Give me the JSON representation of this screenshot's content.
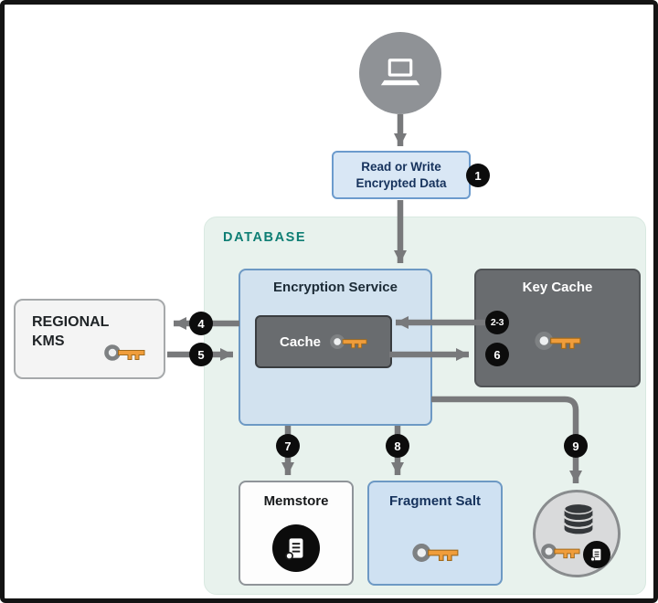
{
  "diagram": {
    "container_label": "DATABASE",
    "client": {
      "icon": "laptop-icon"
    },
    "read_write": {
      "line1": "Read or Write",
      "line2": "Encrypted Data"
    },
    "encryption_service": {
      "label": "Encryption Service"
    },
    "cache": {
      "label": "Cache",
      "icon": "key-icon"
    },
    "key_cache": {
      "label": "Key Cache",
      "icon": "key-icon"
    },
    "regional_kms": {
      "line1": "REGIONAL",
      "line2": "KMS",
      "icon": "key-icon"
    },
    "memstore": {
      "label": "Memstore",
      "icon": "scroll-icon"
    },
    "fragment_salt": {
      "label": "Fragment Salt",
      "icon": "key-icon"
    },
    "datastore": {
      "icons": [
        "database-cylinder-icon",
        "key-icon",
        "scroll-icon"
      ]
    },
    "badges": {
      "s1": "1",
      "s23": "2-3",
      "s4": "4",
      "s5": "5",
      "s6": "6",
      "s7": "7",
      "s8": "8",
      "s9": "9"
    },
    "colors": {
      "arrow": "#78797b",
      "badge_bg": "#0c0c0c",
      "blue_fill": "#d2e2ef",
      "blue_border": "#6d99c4",
      "dark_box": "#696c6f",
      "container_fill": "#e8f2ed",
      "teal_label": "#0e7e74",
      "key_orange": "#f09d3b",
      "kms_fill": "#f4f4f4"
    }
  }
}
